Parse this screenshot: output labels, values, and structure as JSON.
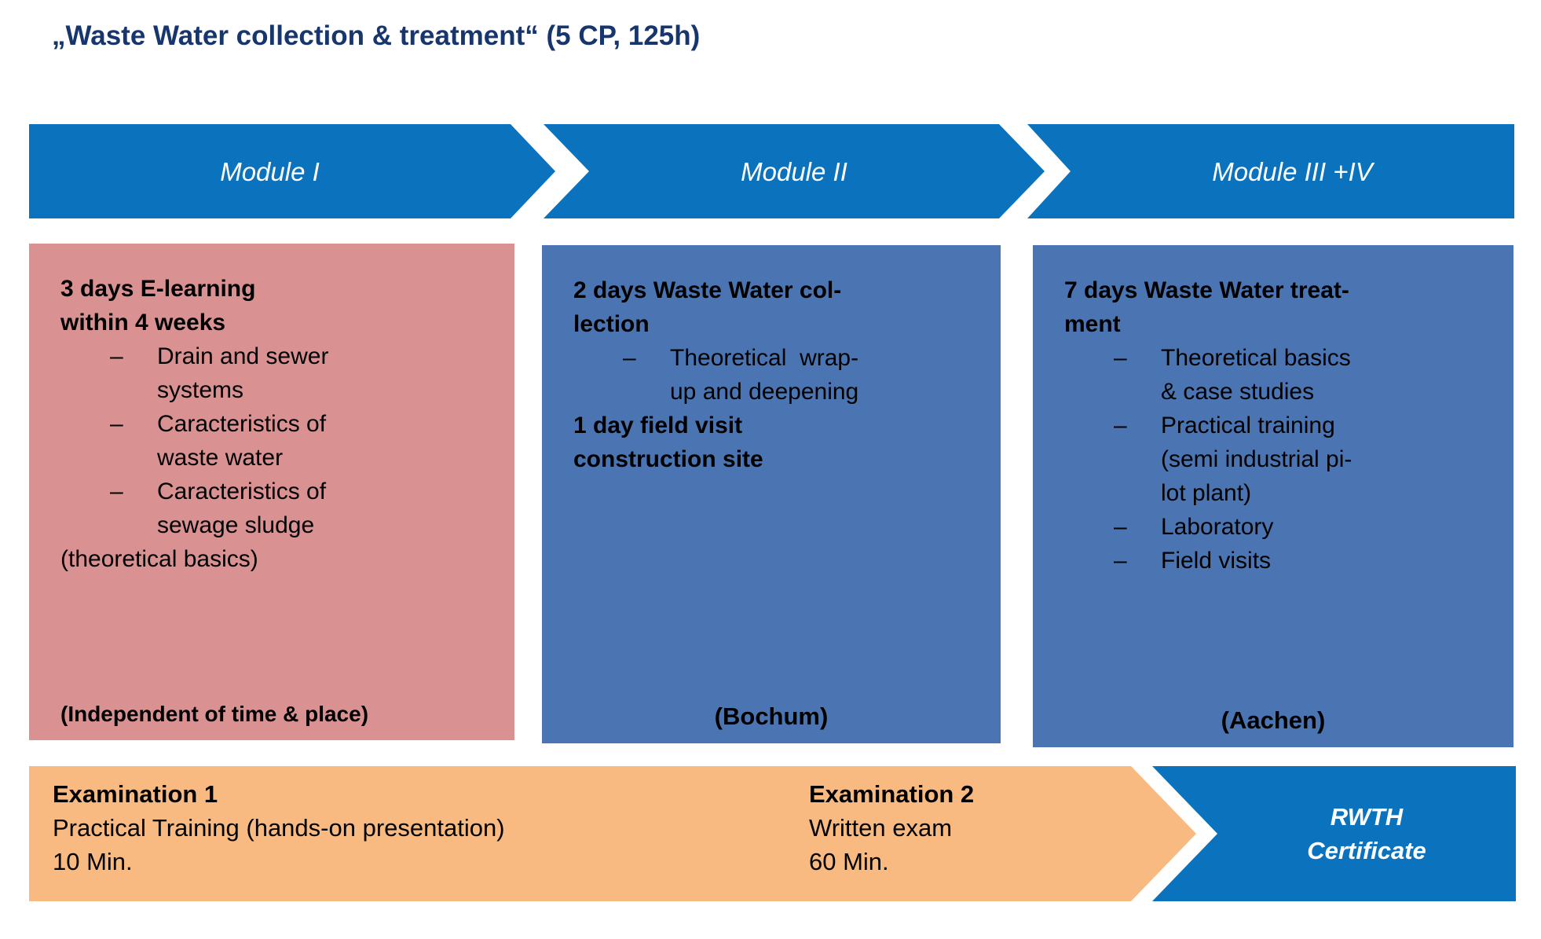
{
  "title": "„Waste Water collection & treatment“ (5 CP, 125h)",
  "bullet_marker": "–",
  "colors": {
    "title_navy": "#17366d",
    "arrow_blue": "#0b72be",
    "box_blue": "#4a75b2",
    "box_pink": "#d99191",
    "bar_orange": "#f8ba81"
  },
  "modules": [
    {
      "label": "Module I"
    },
    {
      "label": "Module II"
    },
    {
      "label": "Module III +IV"
    }
  ],
  "boxes": [
    {
      "heading": "3 days E-learning\nwithin 4 weeks",
      "bullets": [
        "Drain and sewer\nsystems",
        "Caracteristics of\nwaste water",
        "Caracteristics of\nsewage sludge"
      ],
      "note": "(theoretical basics)",
      "footer": "(Independent of time & place)"
    },
    {
      "heading": "2 days Waste Water col-\nlection",
      "bullets": [
        "Theoretical  wrap-\nup and deepening"
      ],
      "heading2": "1 day field visit\nconstruction site",
      "footer": "(Bochum)"
    },
    {
      "heading": "7 days Waste Water treat-\nment",
      "bullets": [
        "Theoretical basics\n& case studies",
        "Practical training\n(semi industrial pi-\nlot plant)",
        "Laboratory",
        "Field visits"
      ],
      "footer": "(Aachen)"
    }
  ],
  "examinations": [
    {
      "title": "Examination 1",
      "description": "Practical Training (hands-on presentation)",
      "duration": "10 Min."
    },
    {
      "title": "Examination 2",
      "description": "Written exam",
      "duration": "60 Min."
    }
  ],
  "certificate": "RWTH\nCertificate"
}
